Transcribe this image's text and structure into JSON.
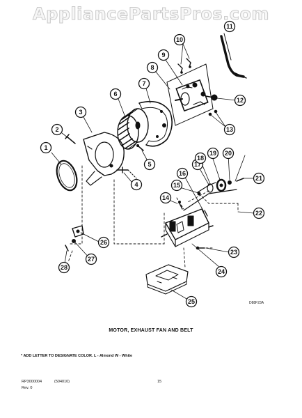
{
  "watermark": "AppliancePartsPros.com",
  "diagram_code": "D88F23A",
  "caption": "MOTOR, EXHAUST FAN AND BELT",
  "note": "* ADD LETTER TO DESIGNATE COLOR. L - Almond  W - White",
  "footer": {
    "doc_number": "RP3000004",
    "doc_date": "(504010)",
    "page_number": "15",
    "revision": "Rev. 0"
  },
  "callouts": [
    "1",
    "2",
    "3",
    "4",
    "5",
    "6",
    "7",
    "8",
    "9",
    "10",
    "11",
    "12",
    "13",
    "14",
    "15",
    "16",
    "17",
    "18",
    "19",
    "20",
    "21",
    "22",
    "23",
    "24",
    "25",
    "26",
    "27",
    "28"
  ],
  "colors": {
    "line": "#111111",
    "watermark_fill": "#f7f7f7",
    "watermark_stroke": "#c9c9c9",
    "background": "#ffffff"
  }
}
